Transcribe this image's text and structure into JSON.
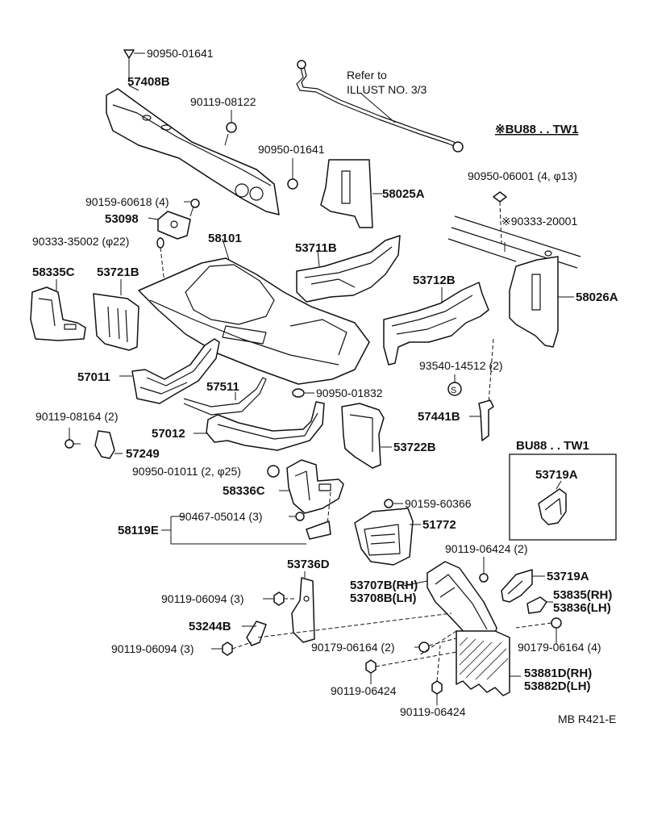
{
  "refer_note": {
    "line1": "Refer to",
    "line2": "ILLUST NO. 3/3"
  },
  "model_note": "※BU88 . . TW1",
  "inset": {
    "title": "BU88 . . TW1",
    "part": "53719A"
  },
  "footer_code": "MB R421-E",
  "labels": {
    "p_90950_01641_a": "90950-01641",
    "p_57408B": "57408B",
    "p_90119_08122": "90119-08122",
    "p_90950_01641_b": "90950-01641",
    "p_58025A": "58025A",
    "p_90950_06001": "90950-06001 (4, φ13)",
    "p_90159_60618": "90159-60618 (4)",
    "p_53098": "53098",
    "p_90333_20001": "※90333-20001",
    "p_90333_35002": "90333-35002 (φ22)",
    "p_58101": "58101",
    "p_53711B": "53711B",
    "p_58335C": "58335C",
    "p_53721B": "53721B",
    "p_53712B": "53712B",
    "p_58026A": "58026A",
    "p_93540_14512": "93540-14512 (2)",
    "p_57011": "57011",
    "p_57511": "57511",
    "p_90950_01832": "90950-01832",
    "p_57441B": "57441B",
    "p_90119_08164": "90119-08164 (2)",
    "p_57012": "57012",
    "p_53722B": "53722B",
    "p_57249": "57249",
    "p_90950_01011": "90950-01011 (2, φ25)",
    "p_58336C": "58336C",
    "p_90159_60366": "90159-60366",
    "p_58119E": "58119E",
    "p_90467_05014": "90467-05014 (3)",
    "p_51772": "51772",
    "p_90119_06424_a": "90119-06424 (2)",
    "p_53736D": "53736D",
    "p_53719A": "53719A",
    "p_53707B": "53707B(RH)",
    "p_53708B": "53708B(LH)",
    "p_90119_06094_a": "90119-06094 (3)",
    "p_53835": "53835(RH)",
    "p_53836": "53836(LH)",
    "p_53244B": "53244B",
    "p_90119_06094_b": "90119-06094 (3)",
    "p_90179_06164_a": "90179-06164 (2)",
    "p_90179_06164_b": "90179-06164 (4)",
    "p_53881D": "53881D(RH)",
    "p_53882D": "53882D(LH)",
    "p_90119_06424_b": "90119-06424",
    "p_90119_06424_c": "90119-06424"
  },
  "circle_mark": "S"
}
